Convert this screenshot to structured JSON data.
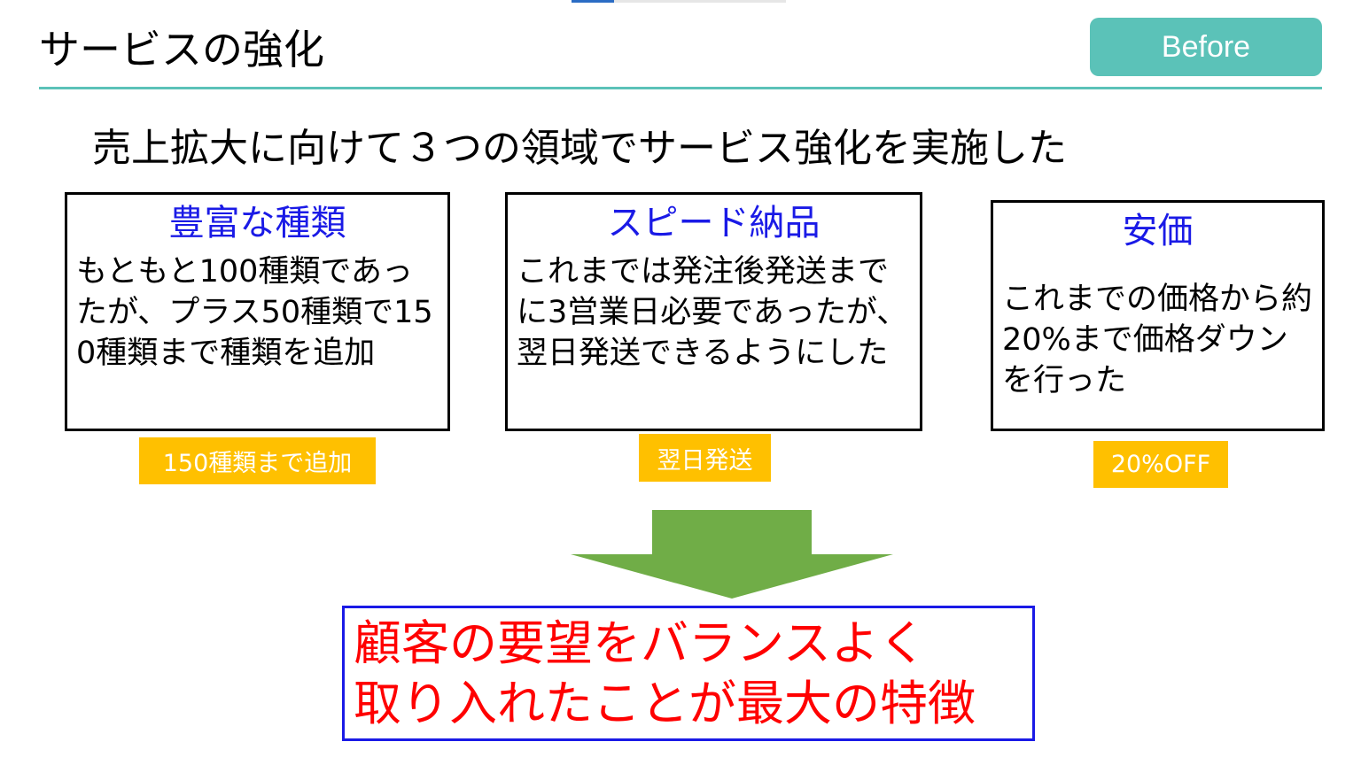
{
  "slide": {
    "title": "サービスの強化",
    "badge": "Before",
    "headline": "売上拡大に向けて３つの領域でサービス強化を実施した"
  },
  "areas": [
    {
      "title": "豊富な種類",
      "body": "もともと100種類であったが、プラス50種類で150種類まで種類を追加",
      "tag": "150種類まで追加"
    },
    {
      "title": "スピード納品",
      "body": "これまでは発注後発送までに3営業日必要であったが、翌日発送できるようにした",
      "tag": "翌日発送"
    },
    {
      "title": "安価",
      "body": "これまでの価格から約20%まで価格ダウンを行った",
      "tag": "20%OFF"
    }
  ],
  "conclusion": {
    "line1": "顧客の要望をバランスよく",
    "line2": "取り入れたことが最大の特徴"
  },
  "colors": {
    "accent_teal": "#5bc2b8",
    "tag_yellow": "#ffc000",
    "arrow_green": "#70ad47",
    "box_title_blue": "#1a1ae6",
    "conclusion_red": "#ff0000"
  }
}
